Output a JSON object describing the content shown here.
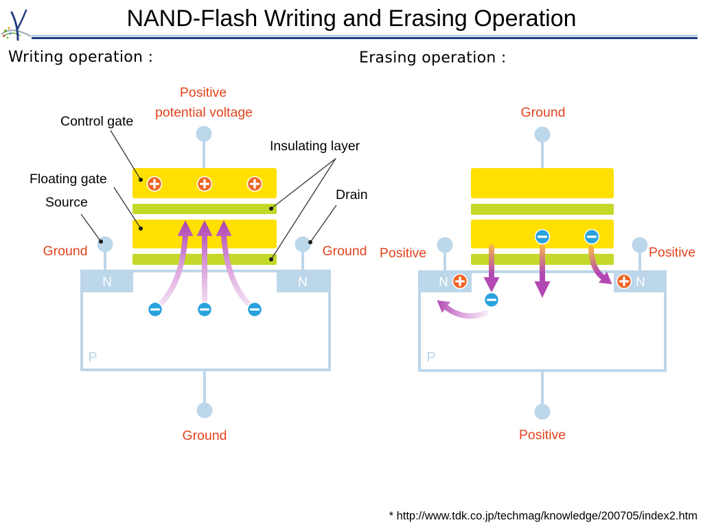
{
  "slide": {
    "title": "NAND-Flash Writing and Erasing Operation",
    "footnote": "* http://www.tdk.co.jp/techmag/knowledge/200705/index2.htm"
  },
  "writing": {
    "heading": "Writing operation :",
    "gate_voltage_line1": "Positive",
    "gate_voltage_line2": "potential voltage",
    "source_voltage": "Ground",
    "drain_voltage": "Ground",
    "substrate_voltage": "Ground",
    "labels": {
      "control_gate": "Control gate",
      "insulating_layer": "Insulating layer",
      "floating_gate": "Floating gate",
      "drain": "Drain",
      "source": "Source"
    },
    "n_region_left": "N",
    "n_region_right": "N",
    "substrate": "P"
  },
  "erasing": {
    "heading": "Erasing operation :",
    "gate_voltage": "Ground",
    "source_voltage": "Positive",
    "drain_voltage": "Positive",
    "substrate_voltage": "Positive",
    "n_region_left": "N",
    "n_region_right": "N",
    "substrate": "P"
  },
  "icons": {
    "positive_charge": "positive-charge-icon",
    "electron": "electron-icon",
    "flow_arrow": "electron-flow-arrow"
  },
  "colors": {
    "title_rule": "#1f3d7c",
    "title_rule_light": "#9ec4e6",
    "voltage_label": "#e2431c",
    "gate": "#ffe000",
    "insulator": "#c3d829",
    "substrate": "#bcd6ea",
    "positive_charge": "#ef6424",
    "electron": "#27a2dd",
    "arrow": "#b249b2"
  }
}
